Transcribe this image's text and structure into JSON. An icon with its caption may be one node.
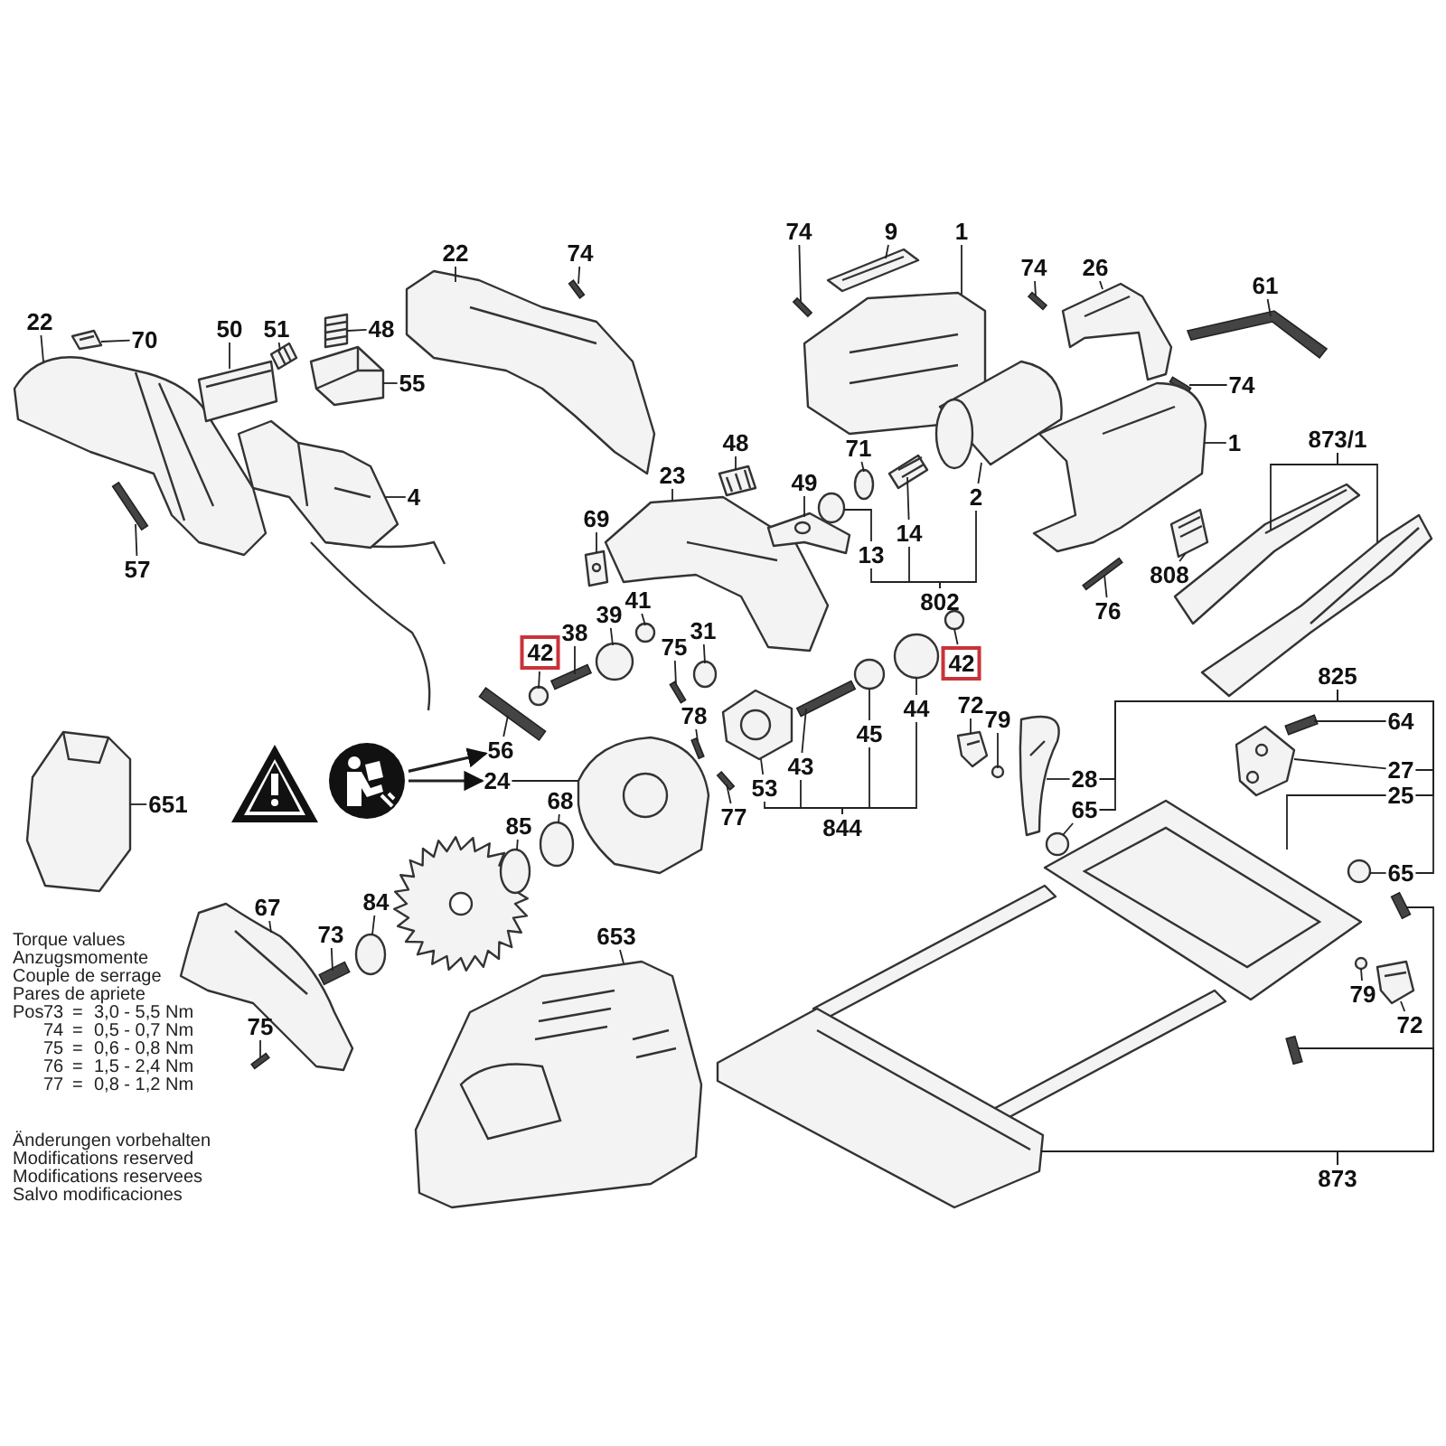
{
  "diagram": {
    "nodes": [
      {
        "text": [
          "22"
        ]
      },
      {
        "text": [
          "70"
        ]
      },
      {
        "text": [
          "50"
        ]
      },
      {
        "text": [
          "51"
        ]
      },
      {
        "text": [
          "48"
        ]
      },
      {
        "text": [
          "55"
        ]
      },
      {
        "text": [
          "4"
        ]
      },
      {
        "text": [
          "57"
        ]
      },
      {
        "text": [
          "22"
        ]
      },
      {
        "text": [
          "74"
        ]
      },
      {
        "text": [
          "74"
        ]
      },
      {
        "text": [
          "9"
        ]
      },
      {
        "text": [
          "1"
        ]
      },
      {
        "text": [
          "74"
        ]
      },
      {
        "text": [
          "26"
        ]
      },
      {
        "text": [
          "61"
        ]
      },
      {
        "text": [
          "74"
        ]
      },
      {
        "text": [
          "1"
        ]
      },
      {
        "text": [
          "873/1"
        ]
      },
      {
        "text": [
          "48"
        ]
      },
      {
        "text": [
          "71"
        ]
      },
      {
        "text": [
          "23"
        ]
      },
      {
        "text": [
          "49"
        ]
      },
      {
        "text": [
          "69"
        ]
      },
      {
        "text": [
          "13"
        ]
      },
      {
        "text": [
          "14"
        ]
      },
      {
        "text": [
          "2"
        ]
      },
      {
        "text": [
          "802"
        ]
      },
      {
        "text": [
          "808"
        ]
      },
      {
        "text": [
          "76"
        ]
      },
      {
        "text": [
          "42"
        ]
      },
      {
        "text": [
          "38"
        ]
      },
      {
        "text": [
          "39"
        ]
      },
      {
        "text": [
          "41"
        ]
      },
      {
        "text": [
          "75"
        ]
      },
      {
        "text": [
          "31"
        ]
      },
      {
        "text": [
          "42"
        ]
      },
      {
        "text": [
          "44"
        ]
      },
      {
        "text": [
          "45"
        ]
      },
      {
        "text": [
          "43"
        ]
      },
      {
        "text": [
          "53"
        ]
      },
      {
        "text": [
          "844"
        ]
      },
      {
        "text": [
          "72"
        ]
      },
      {
        "text": [
          "79"
        ]
      },
      {
        "text": [
          "78"
        ]
      },
      {
        "text": [
          "77"
        ]
      },
      {
        "text": [
          "825"
        ]
      },
      {
        "text": [
          "64"
        ]
      },
      {
        "text": [
          "28"
        ]
      },
      {
        "text": [
          "65"
        ]
      },
      {
        "text": [
          "27"
        ]
      },
      {
        "text": [
          "25"
        ]
      },
      {
        "text": [
          "65"
        ]
      },
      {
        "text": [
          "79"
        ]
      },
      {
        "text": [
          "72"
        ]
      },
      {
        "text": [
          "873"
        ]
      },
      {
        "text": [
          "651"
        ]
      },
      {
        "text": [
          "56"
        ]
      },
      {
        "text": [
          "24"
        ]
      },
      {
        "text": [
          "68"
        ]
      },
      {
        "text": [
          "85"
        ]
      },
      {
        "text": [
          "84"
        ]
      },
      {
        "text": [
          "67"
        ]
      },
      {
        "text": [
          "73"
        ]
      },
      {
        "text": [
          "75"
        ]
      },
      {
        "text": [
          "653"
        ]
      },
      {
        "text": [],
        "shape": "picture"
      },
      {
        "text": [],
        "shape": "picture"
      },
      {
        "text": [],
        "shape": "picture"
      },
      {
        "text": [],
        "shape": "picture"
      },
      {
        "text": [],
        "shape": "picture"
      },
      {
        "text": [],
        "shape": "picture"
      },
      {
        "text": [],
        "shape": "picture"
      },
      {
        "text": [],
        "shape": "picture"
      },
      {
        "text": [],
        "shape": "bar"
      },
      {
        "text": [],
        "shape": "picture"
      },
      {
        "text": [],
        "shape": "bar"
      },
      {
        "text": [],
        "shape": "picture"
      },
      {
        "text": [],
        "shape": "picture"
      },
      {
        "text": [],
        "shape": "bar"
      },
      {
        "text": [],
        "shape": "bar"
      },
      {
        "text": [],
        "shape": "picture"
      },
      {
        "text": [],
        "shape": "picture"
      },
      {
        "text": [],
        "shape": "bar"
      },
      {
        "text": [],
        "shape": "picture"
      },
      {
        "text": [],
        "shape": "picture"
      },
      {
        "text": [],
        "shape": "picture"
      },
      {
        "text": [],
        "shape": "picture"
      },
      {
        "text": [],
        "shape": "circle"
      },
      {
        "text": [],
        "shape": "picture"
      },
      {
        "text": [],
        "shape": "picture"
      },
      {
        "text": [],
        "shape": "picture"
      },
      {
        "text": [],
        "shape": "circle"
      },
      {
        "text": [],
        "shape": "picture"
      },
      {
        "text": [],
        "shape": "picture"
      },
      {
        "text": [],
        "shape": "picture"
      },
      {
        "text": [],
        "shape": "bar"
      },
      {
        "text": [],
        "shape": "circle"
      },
      {
        "text": [],
        "shape": "bar"
      },
      {
        "text": [],
        "shape": "circle"
      },
      {
        "text": [],
        "shape": "circle"
      },
      {
        "text": [],
        "shape": "bar"
      },
      {
        "text": [],
        "shape": "circle"
      },
      {
        "text": [],
        "shape": "circle"
      },
      {
        "text": [],
        "shape": "circle"
      },
      {
        "text": [],
        "shape": "circle"
      },
      {
        "text": [],
        "shape": "bar"
      },
      {
        "text": [],
        "shape": "picture"
      },
      {
        "text": [],
        "shape": "picture"
      },
      {
        "text": [],
        "shape": "circle"
      },
      {
        "text": [],
        "shape": "bar"
      },
      {
        "text": [],
        "shape": "bar"
      },
      {
        "text": [],
        "shape": "bar"
      },
      {
        "text": [],
        "shape": "picture"
      },
      {
        "text": [],
        "shape": "circle"
      },
      {
        "text": [],
        "shape": "picture"
      },
      {
        "text": [],
        "shape": "picture"
      },
      {
        "text": [],
        "shape": "circle"
      },
      {
        "text": [],
        "shape": "circle"
      },
      {
        "text": [],
        "shape": "picture"
      },
      {
        "text": [],
        "shape": "picture"
      },
      {
        "text": [],
        "shape": "bar"
      },
      {
        "text": [],
        "shape": "bar"
      },
      {
        "text": [],
        "shape": "picture"
      },
      {
        "text": [],
        "shape": "bar"
      },
      {
        "text": [],
        "shape": "picture"
      },
      {
        "text": [],
        "shape": "circle"
      },
      {
        "text": [],
        "shape": "circle"
      },
      {
        "text": [],
        "shape": "circle"
      },
      {
        "text": [],
        "shape": "picture"
      },
      {
        "text": [],
        "shape": "bar"
      },
      {
        "text": [],
        "shape": "bar"
      },
      {
        "text": [],
        "shape": "picture"
      }
    ],
    "edges": [
      {
        "from": 0,
        "to": 67,
        "arrow": "none"
      },
      {
        "from": 1,
        "to": 68,
        "arrow": "none"
      },
      {
        "from": 2,
        "to": 69,
        "arrow": "none"
      },
      {
        "from": 3,
        "to": 70,
        "arrow": "none"
      },
      {
        "from": 4,
        "to": 71,
        "arrow": "none"
      },
      {
        "from": 5,
        "to": 72,
        "arrow": "none"
      },
      {
        "from": 6,
        "to": 73,
        "arrow": "none"
      },
      {
        "from": 7,
        "to": 74,
        "arrow": "none"
      },
      {
        "from": 8,
        "to": 75,
        "arrow": "none"
      },
      {
        "from": 9,
        "to": 76,
        "arrow": "none"
      },
      {
        "from": 10,
        "to": 79,
        "arrow": "none"
      },
      {
        "from": 11,
        "to": 78,
        "arrow": "none"
      },
      {
        "from": 12,
        "to": 77,
        "arrow": "none"
      },
      {
        "from": 13,
        "to": 80,
        "arrow": "none"
      },
      {
        "from": 14,
        "to": 81,
        "arrow": "none"
      },
      {
        "from": 15,
        "to": 82,
        "arrow": "none"
      },
      {
        "from": 16,
        "to": 83,
        "arrow": "none"
      },
      {
        "from": 17,
        "to": 84,
        "arrow": "none"
      },
      {
        "from": 18,
        "to": 85,
        "arrow": "none"
      },
      {
        "from": 18,
        "to": 86,
        "arrow": "none"
      },
      {
        "from": 19,
        "to": 87,
        "arrow": "none"
      },
      {
        "from": 20,
        "to": 88,
        "arrow": "none"
      },
      {
        "from": 21,
        "to": 89,
        "arrow": "none"
      },
      {
        "from": 22,
        "to": 90,
        "arrow": "none"
      },
      {
        "from": 23,
        "to": 91,
        "arrow": "none"
      },
      {
        "from": 24,
        "to": 92,
        "arrow": "none"
      },
      {
        "from": 25,
        "to": 93,
        "arrow": "none"
      },
      {
        "from": 26,
        "to": 94,
        "arrow": "none"
      },
      {
        "from": 27,
        "to": 24,
        "arrow": "none"
      },
      {
        "from": 27,
        "to": 25,
        "arrow": "none"
      },
      {
        "from": 27,
        "to": 26,
        "arrow": "none"
      },
      {
        "from": 28,
        "to": 95,
        "arrow": "none"
      },
      {
        "from": 29,
        "to": 96,
        "arrow": "none"
      },
      {
        "from": 30,
        "to": 97,
        "arrow": "none"
      },
      {
        "from": 31,
        "to": 98,
        "arrow": "none"
      },
      {
        "from": 32,
        "to": 99,
        "arrow": "none"
      },
      {
        "from": 33,
        "to": 100,
        "arrow": "none"
      },
      {
        "from": 34,
        "to": 101,
        "arrow": "none"
      },
      {
        "from": 35,
        "to": 102,
        "arrow": "none"
      },
      {
        "from": 36,
        "to": 103,
        "arrow": "none"
      },
      {
        "from": 37,
        "to": 104,
        "arrow": "none"
      },
      {
        "from": 38,
        "to": 105,
        "arrow": "none"
      },
      {
        "from": 39,
        "to": 106,
        "arrow": "none"
      },
      {
        "from": 40,
        "to": 107,
        "arrow": "none"
      },
      {
        "from": 41,
        "to": 40,
        "arrow": "none"
      },
      {
        "from": 41,
        "to": 39,
        "arrow": "none"
      },
      {
        "from": 41,
        "to": 38,
        "arrow": "none"
      },
      {
        "from": 41,
        "to": 37,
        "arrow": "none"
      },
      {
        "from": 42,
        "to": 108,
        "arrow": "none"
      },
      {
        "from": 43,
        "to": 109,
        "arrow": "none"
      },
      {
        "from": 44,
        "to": 110,
        "arrow": "none"
      },
      {
        "from": 45,
        "to": 111,
        "arrow": "none"
      },
      {
        "from": 46,
        "to": 48,
        "arrow": "none"
      },
      {
        "from": 46,
        "to": 49,
        "arrow": "none"
      },
      {
        "from": 46,
        "to": 50,
        "arrow": "none"
      },
      {
        "from": 46,
        "to": 51,
        "arrow": "none"
      },
      {
        "from": 46,
        "to": 52,
        "arrow": "none"
      },
      {
        "from": 47,
        "to": 112,
        "arrow": "none"
      },
      {
        "from": 48,
        "to": 113,
        "arrow": "none"
      },
      {
        "from": 49,
        "to": 114,
        "arrow": "none"
      },
      {
        "from": 50,
        "to": 115,
        "arrow": "none"
      },
      {
        "from": 51,
        "to": 116,
        "arrow": "none"
      },
      {
        "from": 52,
        "to": 117,
        "arrow": "none"
      },
      {
        "from": 53,
        "to": 118,
        "arrow": "none"
      },
      {
        "from": 54,
        "to": 119,
        "arrow": "none"
      },
      {
        "from": 55,
        "to": 120,
        "arrow": "none"
      },
      {
        "from": 55,
        "to": 121,
        "arrow": "none"
      },
      {
        "from": 55,
        "to": 122,
        "arrow": "none"
      },
      {
        "from": 56,
        "to": 123,
        "arrow": "none"
      },
      {
        "from": 57,
        "to": 124,
        "arrow": "none"
      },
      {
        "from": 58,
        "to": 125,
        "arrow": "none"
      },
      {
        "from": 59,
        "to": 126,
        "arrow": "none"
      },
      {
        "from": 60,
        "to": 127,
        "arrow": "none"
      },
      {
        "from": 61,
        "to": 128,
        "arrow": "none"
      },
      {
        "from": 62,
        "to": 129,
        "arrow": "none"
      },
      {
        "from": 63,
        "to": 130,
        "arrow": "none"
      },
      {
        "from": 64,
        "to": 131,
        "arrow": "none"
      },
      {
        "from": 65,
        "to": 132,
        "arrow": "none"
      },
      {
        "from": 66,
        "to": 57,
        "arrow": "to"
      },
      {
        "from": 66,
        "to": 58,
        "arrow": "to"
      }
    ],
    "labels": [
      "Torque values",
      "Anzugsmomente",
      "Couple de serrage",
      "Pares de apriete",
      "Pos",
      "73",
      "=",
      "3,0 - 5,5 Nm",
      "74",
      "=",
      "0,5 - 0,7 Nm",
      "75",
      "=",
      "0,6 - 0,8 Nm",
      "76",
      "=",
      "1,5 - 2,4 Nm",
      "77",
      "=",
      "0,8 - 1,2 Nm",
      "Änderungen vorbehalten",
      "Modifications reserved",
      "Modifications reservees",
      "Salvo modificaciones"
    ]
  }
}
